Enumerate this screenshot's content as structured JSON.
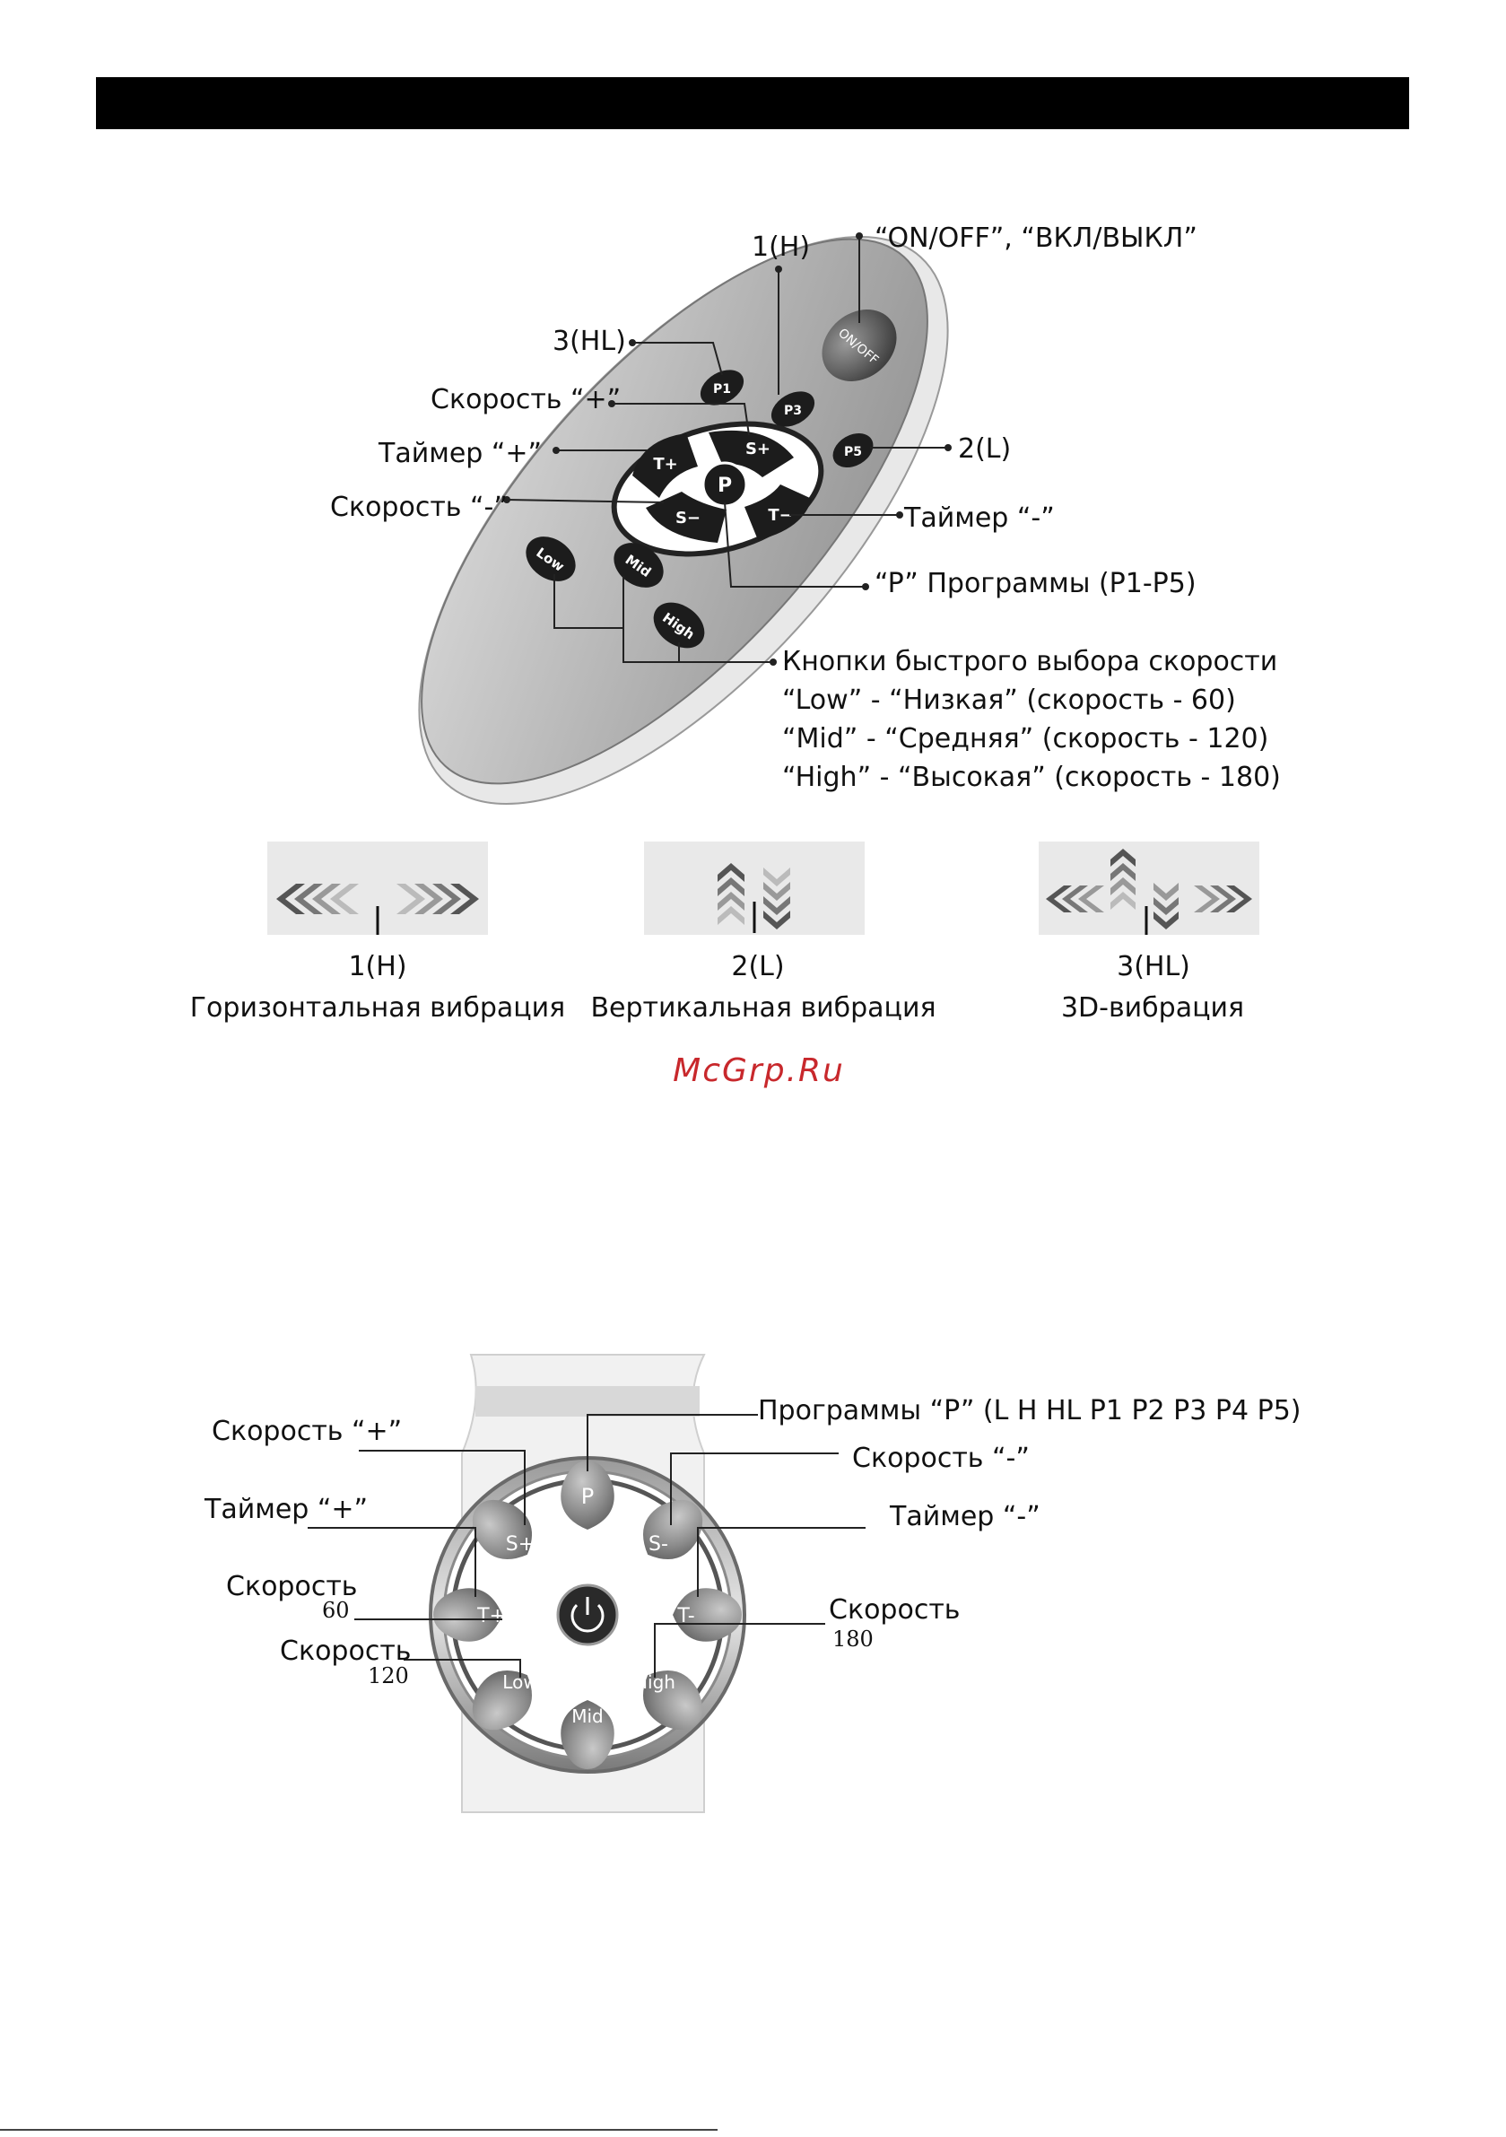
{
  "remote": {
    "labels": {
      "on_off": "“ON/OFF”, “ВКЛ/ВЫКЛ”",
      "h1": "1(H)",
      "hl3": "3(HL)",
      "speed_plus": "Скорость “+”",
      "timer_plus": "Таймер “+”",
      "speed_minus": "Скорость “-”",
      "l2": "2(L)",
      "timer_minus": "Таймер “-”",
      "programs": "“P” Программы (P1-P5)",
      "quick_title": "Кнопки быстрого выбора скорости",
      "quick_low": "“Low” - “Низкая” (скорость - 60)",
      "quick_mid": "“Mid” - “Средняя” (скорость - 120)",
      "quick_high": "“High” - “Высокая” (скорость - 180)"
    },
    "buttons": {
      "on_off": "ON/OFF",
      "p1": "P1",
      "p3": "P3",
      "p5": "P5",
      "t_plus": "T+",
      "s_plus": "S+",
      "p": "P",
      "s_minus": "S−",
      "t_minus": "T−",
      "low": "Low",
      "mid": "Mid",
      "high": "High"
    }
  },
  "vibration_modes": [
    {
      "code": "1(H)",
      "name": "Горизонтальная вибрация"
    },
    {
      "code": "2(L)",
      "name": "Вертикальная вибрация"
    },
    {
      "code": "3(HL)",
      "name": "3D-вибрация"
    }
  ],
  "watermark": "McGrp.Ru",
  "panel": {
    "labels": {
      "programs": "Программы “P”  (L H HL P1 P2 P3 P4 P5)",
      "speed_plus": "Скорость “+”",
      "speed_minus": "Скорость “-”",
      "timer_plus": "Таймер “+”",
      "timer_minus": "Таймер “-”",
      "speed_60": "Скорость",
      "speed_60_value": "60",
      "speed_120": "Скорость",
      "speed_120_value": "120",
      "speed_180": "Скорость",
      "speed_180_value": "180"
    },
    "buttons": {
      "p": "P",
      "s_plus": "S+",
      "s_minus": "S-",
      "t_plus": "T+",
      "t_minus": "T-",
      "low": "Low",
      "mid": "Mid",
      "high": "High"
    }
  },
  "colors": {
    "header_bar": "#000000",
    "watermark": "#c8282c",
    "remote_body": "#b9b9b9",
    "button_dark": "#1c1c1c"
  }
}
